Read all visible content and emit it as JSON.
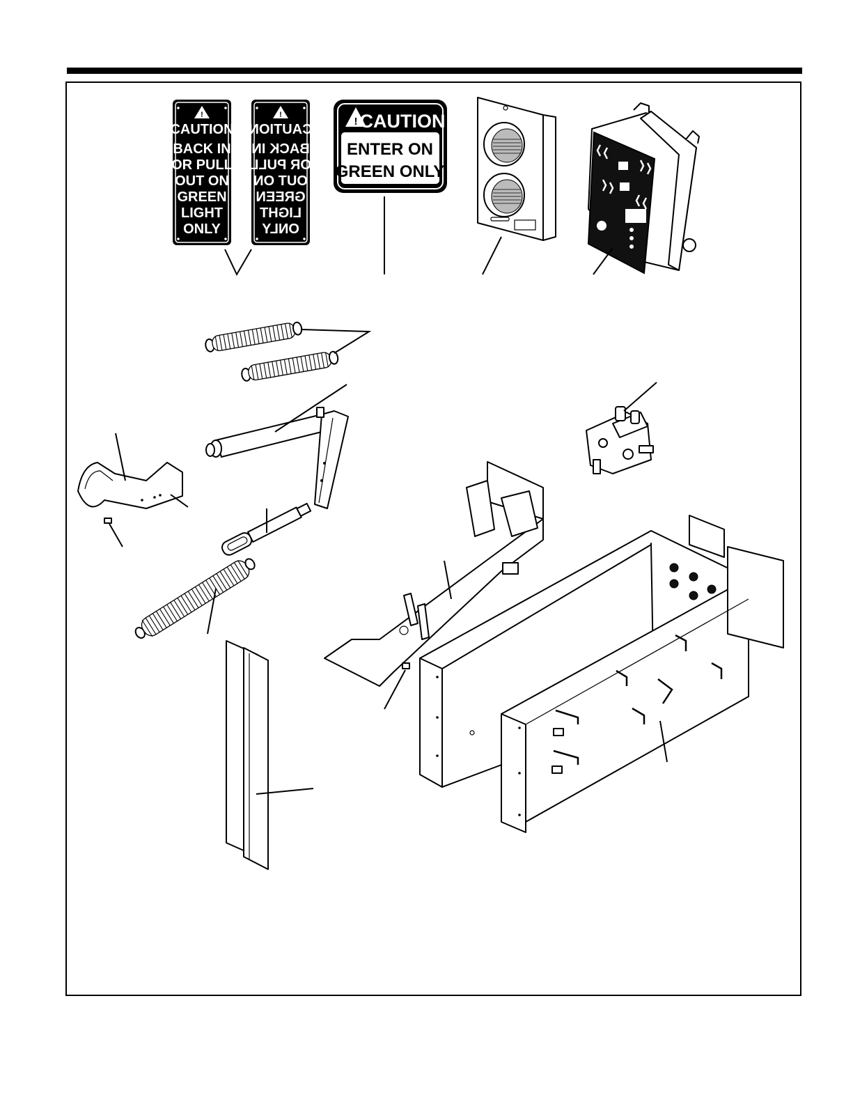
{
  "signs": {
    "sign_a": {
      "lines": [
        "CAUTION",
        "BACK IN",
        "OR PULL",
        "OUT ON",
        "GREEN",
        "LIGHT",
        "ONLY"
      ]
    },
    "sign_b": {
      "lines": [
        "CAUTION",
        "ENTER ON",
        "GREEN ONLY"
      ]
    }
  },
  "icons": {
    "warning": "warning-triangle-icon"
  }
}
